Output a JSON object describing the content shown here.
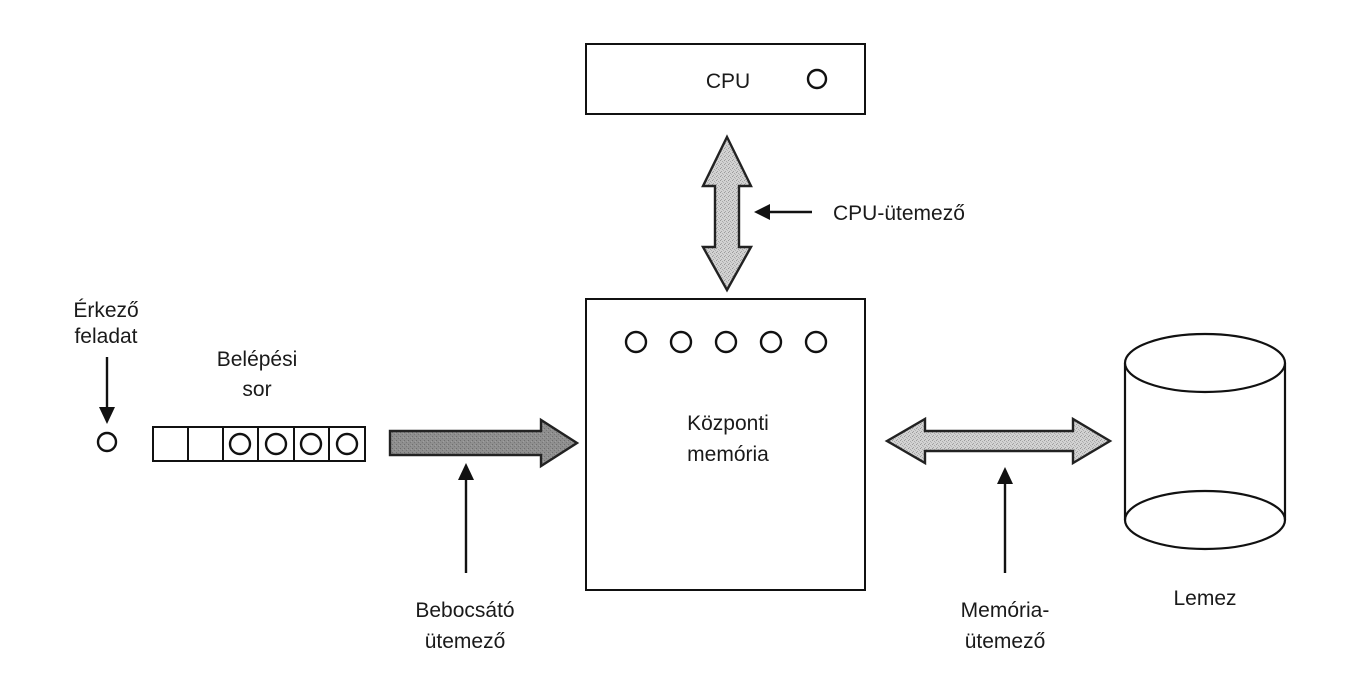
{
  "diagram": {
    "cpu": {
      "label": "CPU"
    },
    "cpu_scheduler": {
      "label": "CPU-ütemező"
    },
    "arrival": {
      "line1": "Érkező",
      "line2": "feladat"
    },
    "entry_queue": {
      "line1": "Belépési",
      "line2": "sor",
      "empty_slots": 2,
      "waiting_jobs": 4
    },
    "main_memory": {
      "line1": "Központi",
      "line2": "memória",
      "resident_processes": 5
    },
    "admission_scheduler": {
      "line1": "Bebocsátó",
      "line2": "ütemező"
    },
    "memory_scheduler": {
      "line1": "Memória-",
      "line2": "ütemező"
    },
    "disk": {
      "label": "Lemez"
    }
  },
  "colors": {
    "line": "#111111",
    "fat_arrow_fill_dark": "#8a8a8a",
    "fat_arrow_fill_light": "#c4c4c4",
    "background": "#ffffff"
  }
}
